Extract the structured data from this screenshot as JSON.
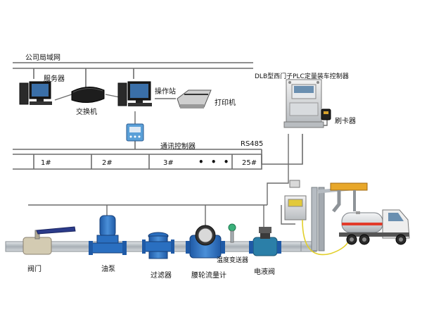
{
  "network": {
    "lan_label": "公司局域网",
    "server_label": "服务器",
    "switch_label": "交换机",
    "workstation_label": "操作站",
    "printer_label": "打印机",
    "comm_controller_label": "通讯控制器",
    "rs485_label": "RS485"
  },
  "controller": {
    "plc_label": "DLB型西门子PLC定量装车控制器",
    "card_reader_label": "刷卡器"
  },
  "loading_points": [
    "1#",
    "2#",
    "3#",
    "25#"
  ],
  "ellipsis": "• • •",
  "pipeline": {
    "valve_label": "阀门",
    "pump_label": "油泵",
    "filter_label": "过滤器",
    "flowmeter_label": "腰轮流量计",
    "temp_transmitter_label": "温度变送器",
    "solenoid_valve_label": "电液阀"
  },
  "colors": {
    "line": "#6c6c6c",
    "equipment_blue": "#2a6fc0",
    "pipe": "#b0b6bc",
    "truck_tank": "#d8dcdf",
    "truck_cab": "#e8e8e8",
    "fuel_stripe": "#e23b2a",
    "cable_yellow": "#e2cf2a"
  }
}
